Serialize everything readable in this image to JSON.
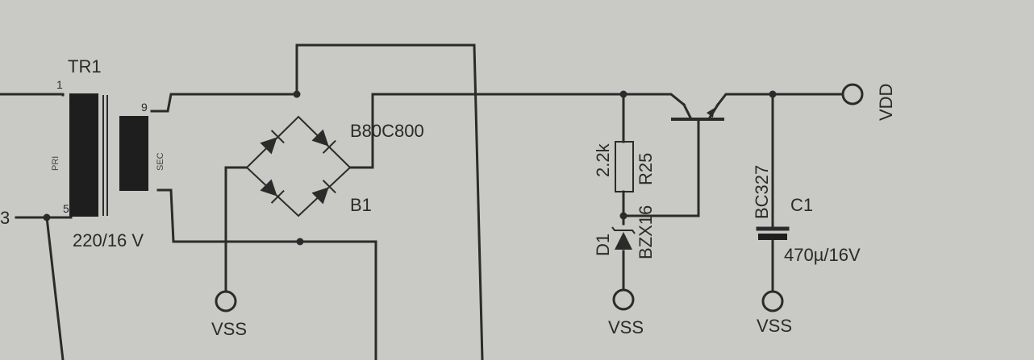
{
  "schematic": {
    "transformer": {
      "ref": "TR1",
      "primary_label": "PRI",
      "secondary_label": "SEC",
      "rating": "220/16 V",
      "pin_1": "1",
      "pin_5": "5",
      "pin_9": "9"
    },
    "left_fragment": "3",
    "bridge": {
      "ref": "B1",
      "value": "B80C800"
    },
    "resistor": {
      "ref": "R25",
      "value": "2.2k"
    },
    "zener": {
      "ref": "D1",
      "value": "BZX16"
    },
    "transistor": {
      "value": "BC327"
    },
    "capacitor": {
      "ref": "C1",
      "value": "470µ/16V"
    },
    "power": {
      "vdd": "VDD",
      "vss": "VSS"
    },
    "colors": {
      "background": "#c9c9c5",
      "ink": "#2b2b2b"
    }
  }
}
